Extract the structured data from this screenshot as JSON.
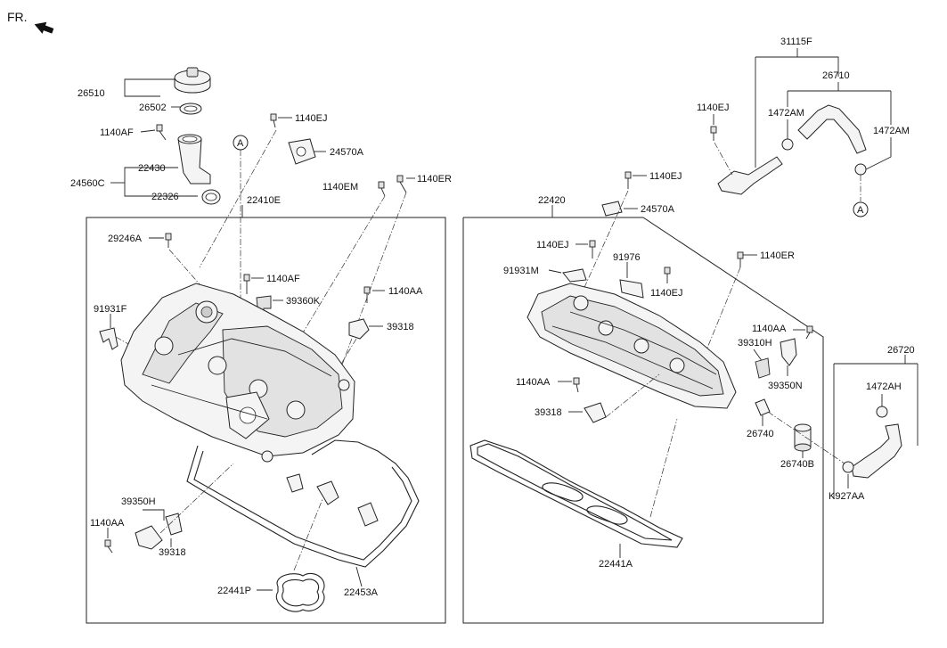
{
  "direction": {
    "text": "FR."
  },
  "labels": {
    "p26510": "26510",
    "p26502": "26502",
    "p1140AF_a": "1140AF",
    "p22430": "22430",
    "p24560C": "24560C",
    "p22326": "22326",
    "pA_left": "A",
    "p1140EJ_a": "1140EJ",
    "p24570A_a": "24570A",
    "p1140EM": "1140EM",
    "p1140ER_a": "1140ER",
    "p22410E": "22410E",
    "p29246A": "29246A",
    "p1140AF_b": "1140AF",
    "p39360K": "39360K",
    "p1140AA_a": "1140AA",
    "p91931F": "91931F",
    "p39318_a": "39318",
    "p39350H": "39350H",
    "p1140AA_b": "1140AA",
    "p39318_b": "39318",
    "p22441P": "22441P",
    "p22453A": "22453A",
    "p22420": "22420",
    "p1140EJ_b": "1140EJ",
    "p24570A_b": "24570A",
    "p1140EJ_c": "1140EJ",
    "p91931M": "91931M",
    "p91976": "91976",
    "p1140EJ_d": "1140EJ",
    "p1140ER_b": "1140ER",
    "p1140AA_c": "1140AA",
    "p39310H": "39310H",
    "p39350N": "39350N",
    "p1140AA_d": "1140AA",
    "p39318_c": "39318",
    "p26740": "26740",
    "p26740B": "26740B",
    "pK927AA": "K927AA",
    "p22441A": "22441A",
    "p31115F": "31115F",
    "p26710": "26710",
    "p1140EJ_e": "1140EJ",
    "p1472AM_a": "1472AM",
    "p1472AM_b": "1472AM",
    "pA_right": "A",
    "p26720": "26720",
    "p1472AH": "1472AH"
  }
}
